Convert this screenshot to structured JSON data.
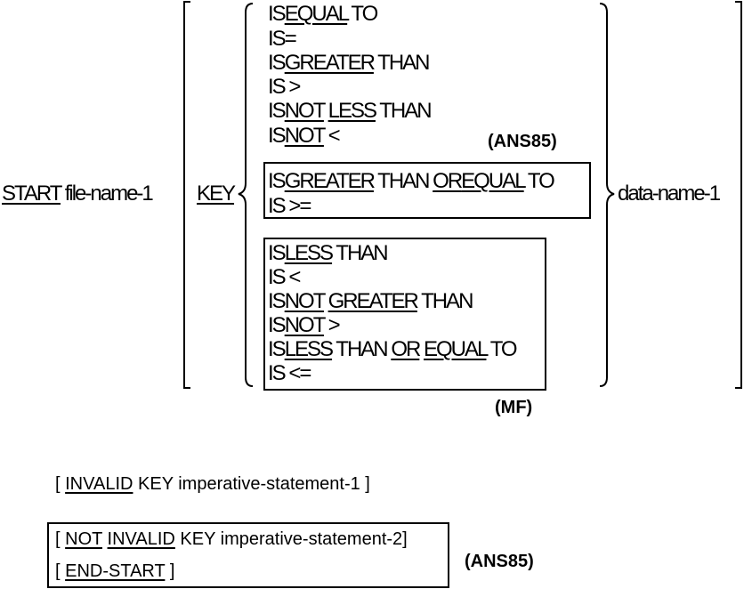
{
  "syntax": {
    "start": "START",
    "file_name": "file-name-1",
    "key": "KEY",
    "data_name": "data-name-1",
    "conditions": [
      {
        "w1": "IS",
        "w2": "EQUAL",
        "w3": "TO"
      },
      {
        "w1": "IS",
        "w2": "="
      },
      {
        "w1": "IS",
        "w2": "GREATER",
        "w3": "THAN"
      },
      {
        "w1": "IS",
        "w2": ">"
      },
      {
        "w1": "IS",
        "w2": "NOT",
        "w3": "LESS",
        "w4": "THAN"
      },
      {
        "w1": "IS",
        "w2": "NOT",
        "w3": "<"
      }
    ],
    "ans85_label_1": "(ANS85)",
    "ans85_box": [
      {
        "w1": "IS",
        "w2": "GREATER",
        "w3": "THAN",
        "w4": "OR",
        "w5": "EQUAL",
        "w6": "TO"
      },
      {
        "w1": "IS",
        "w2": ">="
      }
    ],
    "mf_box": [
      {
        "w1": "IS",
        "w2": "LESS",
        "w3": "THAN"
      },
      {
        "w1": "IS",
        "w2": "<"
      },
      {
        "w1": "IS",
        "w2": "NOT",
        "w3": "GREATER",
        "w4": "THAN"
      },
      {
        "w1": "IS",
        "w2": "NOT",
        "w3": ">"
      },
      {
        "w1": "IS",
        "w2": "LESS",
        "w3": "THAN",
        "w4": "OR",
        "w5": "EQUAL",
        "w6": "TO"
      },
      {
        "w1": "IS",
        "w2": "<="
      }
    ],
    "mf_label": "(MF)"
  },
  "clauses": {
    "invalid_open": "[ ",
    "invalid_kw": "INVALID",
    "invalid_rest": " KEY imperative-statement-1 ]",
    "not_open": "[ ",
    "not_kw": "NOT",
    "not_space": " ",
    "not_invalid_kw": "INVALID",
    "not_rest": " KEY imperative-statement-2]",
    "end_open": "[ ",
    "end_kw": "END-START",
    "end_close": " ]",
    "ans85_label_2": "(ANS85)"
  }
}
